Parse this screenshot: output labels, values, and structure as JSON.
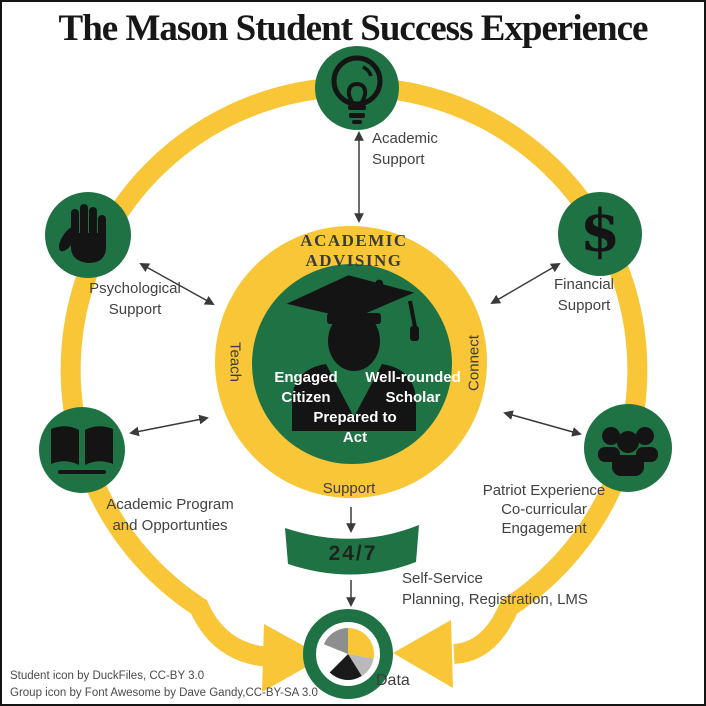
{
  "title": "The Mason Student Success Experience",
  "colors": {
    "green": "#1E7244",
    "gold": "#F8C636",
    "ink": "#141414",
    "label_gray": "#424242",
    "white": "#FFFFFF"
  },
  "center": {
    "heading": [
      "ACADEMIC",
      "ADVISING"
    ],
    "engaged": [
      "Engaged",
      "Citizen"
    ],
    "well_rounded": [
      "Well-rounded",
      "Scholar"
    ],
    "prepared": [
      "Prepared to",
      "Act"
    ],
    "ring_labels": {
      "left": "Teach",
      "right": "Connect",
      "bottom": "Support"
    }
  },
  "nodes": {
    "academic_support": {
      "icon": "lightbulb",
      "lines": [
        "Academic",
        "Support"
      ]
    },
    "psychological_support": {
      "icon": "raised-hand",
      "lines": [
        "Psychological",
        "Support"
      ]
    },
    "financial_support": {
      "icon": "dollar-sign",
      "lines": [
        "Financial",
        "Support"
      ]
    },
    "academic_program": {
      "icon": "open-book",
      "lines": [
        "Academic Program",
        "and Opportunties"
      ]
    },
    "patriot_experience": {
      "icon": "people-group",
      "lines": [
        "Patriot Experience",
        "Co-curricular",
        "Engagement"
      ]
    }
  },
  "ribbon": {
    "label": "24/7"
  },
  "self_service": {
    "lines": [
      "Self-Service",
      "Planning, Registration, LMS"
    ]
  },
  "data_hub": {
    "label": "Data",
    "pie_slices": [
      {
        "color": "#F8C636",
        "from_deg": 0,
        "to_deg": 100
      },
      {
        "color": "#B9B9B9",
        "from_deg": 100,
        "to_deg": 148
      },
      {
        "color": "#1A1A1A",
        "from_deg": 148,
        "to_deg": 225
      },
      {
        "color": "#FFFFFF",
        "from_deg": 225,
        "to_deg": 292
      },
      {
        "color": "#8E8E8E",
        "from_deg": 292,
        "to_deg": 360
      }
    ]
  },
  "icons": {
    "dollar_glyph": "$"
  },
  "credits": [
    "Student icon by DuckFiles, CC-BY 3.0",
    "Group icon by Font Awesome by Dave Gandy,CC-BY-SA 3.0"
  ]
}
